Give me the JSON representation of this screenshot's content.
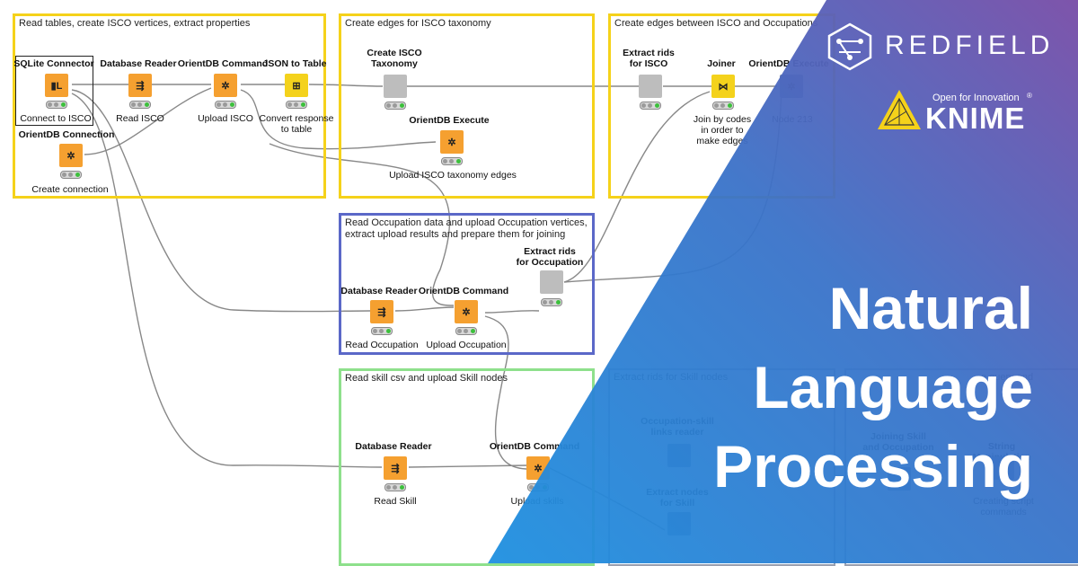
{
  "annotations": [
    {
      "id": "a1",
      "title": "Read tables, create ISCO vertices, extract properties"
    },
    {
      "id": "a2",
      "title": "Create edges for ISCO taxonomy"
    },
    {
      "id": "a3",
      "title": "Create edges between ISCO and Occupations"
    },
    {
      "id": "a4",
      "title": "Read Occupation data and upload Occupation vertices,\nextract upload results and prepare them for joining"
    },
    {
      "id": "a5",
      "title": "Read skill csv and upload Skill nodes"
    },
    {
      "id": "a6",
      "title": "Extract rids for Skill nodes"
    },
    {
      "id": "a7",
      "title": "e query and"
    }
  ],
  "nodes": {
    "sqlite": {
      "title": "SQLite Connector",
      "label": "Connect to ISCO"
    },
    "orientdb_conn": {
      "title": "OrientDB Connection",
      "label": "Create connection"
    },
    "db_reader_isco": {
      "title": "Database Reader",
      "label": "Read ISCO"
    },
    "orientdb_cmd_isco": {
      "title": "OrientDB Command",
      "label": "Upload ISCO"
    },
    "json_table": {
      "title": "JSON to Table",
      "label": "Convert response\nto table"
    },
    "create_isco_tax": {
      "title": "Create ISCO\nTaxonomy",
      "label": ""
    },
    "orientdb_exec_tax": {
      "title": "OrientDB Execute",
      "label": "Upload ISCO taxonomy edges"
    },
    "extract_rids_isco": {
      "title": "Extract rids\nfor ISCO",
      "label": ""
    },
    "joiner": {
      "title": "Joiner",
      "label": "Join by codes\nin order to\nmake edges"
    },
    "orientdb_exec_213": {
      "title": "OrientDB Execute",
      "label": "Node 213"
    },
    "extract_rids_occ": {
      "title": "Extract rids\nfor Occupation",
      "label": ""
    },
    "db_reader_occ": {
      "title": "Database Reader",
      "label": "Read Occupation"
    },
    "orientdb_cmd_occ": {
      "title": "OrientDB Command",
      "label": "Upload Occupation"
    },
    "db_reader_skill": {
      "title": "Database Reader",
      "label": "Read Skill"
    },
    "orientdb_cmd_skill": {
      "title": "OrientDB Command",
      "label": "Upload skills"
    },
    "occ_skill_reader": {
      "title": "Occupation-skill\nlinks reader",
      "label": ""
    },
    "extract_nodes_skill": {
      "title": "Extract nodes\nfor Skill",
      "label": ""
    },
    "joining_skill": {
      "title": "Joining Skill\nand Occupation",
      "label": ""
    },
    "string_manip": {
      "title": "String Manipulation",
      "label": "Creating script\ncommands"
    }
  },
  "brand": {
    "redfield": "REDFIELD",
    "knime_tagline": "Open for Innovation",
    "knime": "KNIME",
    "registered": "®"
  },
  "headline": [
    "Natural",
    "Language",
    "Processing"
  ],
  "colors": {
    "annotation_yellow": "#f5d21a",
    "annotation_blue": "#5b68c8",
    "annotation_green": "#8ee08c",
    "node_orange": "#f5a030",
    "gradient_start": "#1e90e0",
    "gradient_end": "#7a4fa8"
  }
}
